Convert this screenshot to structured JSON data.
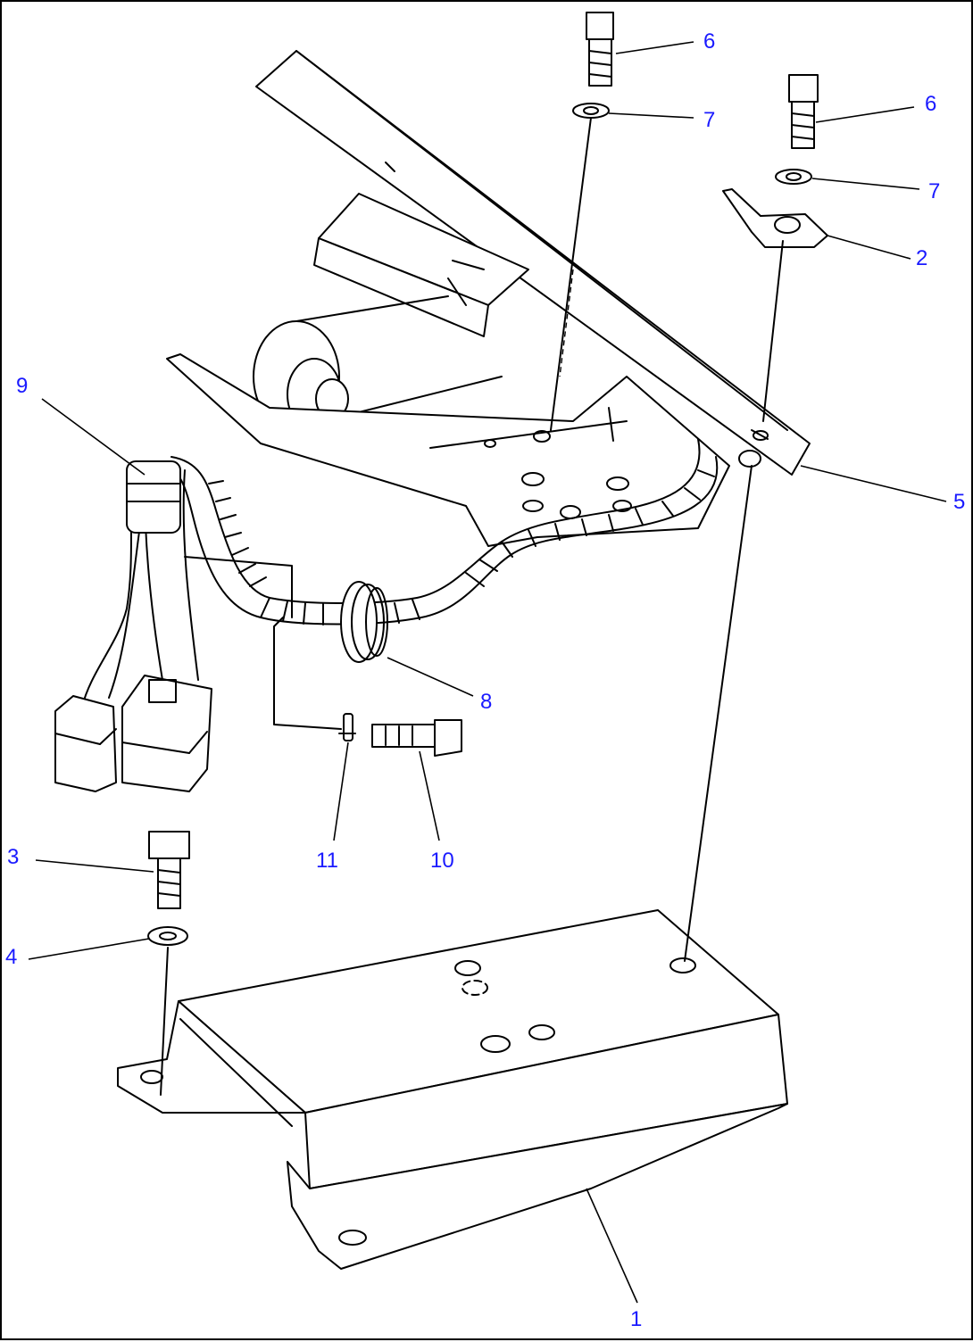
{
  "callouts": [
    {
      "id": "c6a",
      "label": "6"
    },
    {
      "id": "c7a",
      "label": "7"
    },
    {
      "id": "c6b",
      "label": "6"
    },
    {
      "id": "c7b",
      "label": "7"
    },
    {
      "id": "c2",
      "label": "2"
    },
    {
      "id": "c5",
      "label": "5"
    },
    {
      "id": "c9",
      "label": "9"
    },
    {
      "id": "c8",
      "label": "8"
    },
    {
      "id": "c11",
      "label": "11"
    },
    {
      "id": "c10",
      "label": "10"
    },
    {
      "id": "c3",
      "label": "3"
    },
    {
      "id": "c4",
      "label": "4"
    },
    {
      "id": "c1",
      "label": "1"
    }
  ],
  "colors": {
    "callout": "#1a1aff",
    "line": "#000000",
    "background": "#ffffff"
  }
}
